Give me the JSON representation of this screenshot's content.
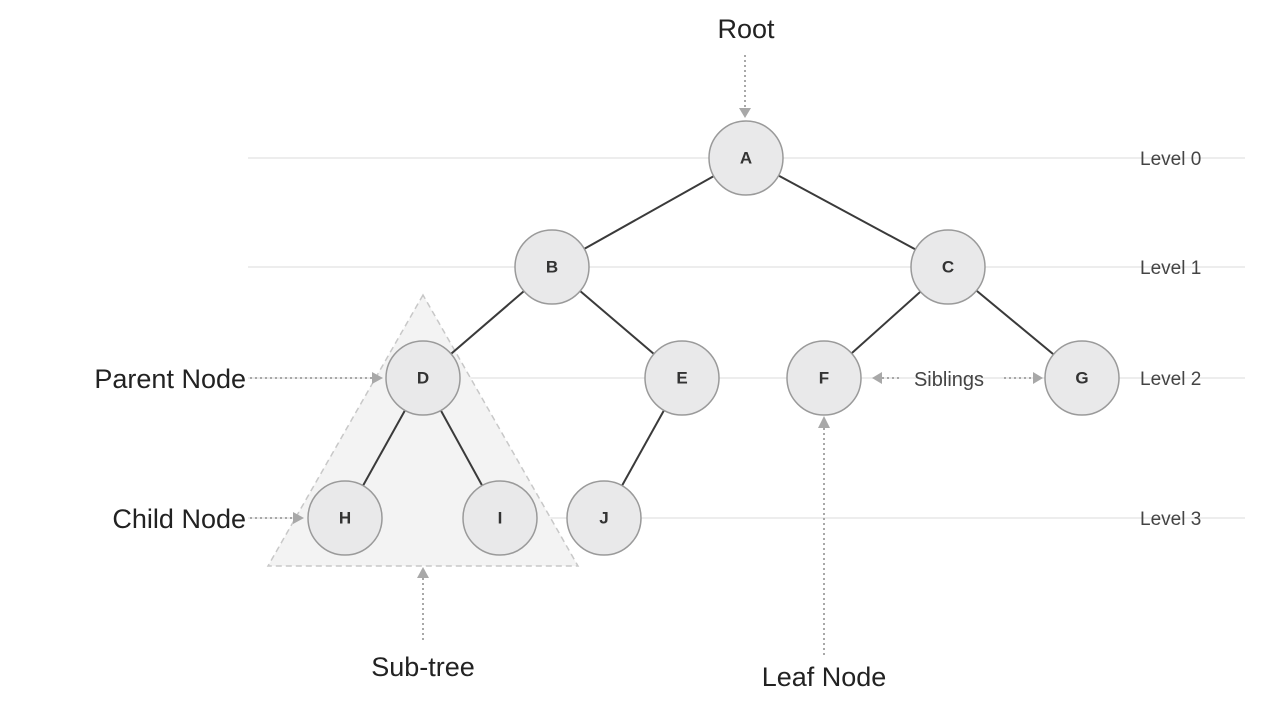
{
  "nodes": [
    {
      "id": "A",
      "label": "A"
    },
    {
      "id": "B",
      "label": "B"
    },
    {
      "id": "C",
      "label": "C"
    },
    {
      "id": "D",
      "label": "D"
    },
    {
      "id": "E",
      "label": "E"
    },
    {
      "id": "F",
      "label": "F"
    },
    {
      "id": "G",
      "label": "G"
    },
    {
      "id": "H",
      "label": "H"
    },
    {
      "id": "I",
      "label": "I"
    },
    {
      "id": "J",
      "label": "J"
    }
  ],
  "edges": [
    [
      "A",
      "B"
    ],
    [
      "A",
      "C"
    ],
    [
      "B",
      "D"
    ],
    [
      "B",
      "E"
    ],
    [
      "C",
      "F"
    ],
    [
      "C",
      "G"
    ],
    [
      "D",
      "H"
    ],
    [
      "D",
      "I"
    ],
    [
      "E",
      "J"
    ]
  ],
  "levels": [
    "Level 0",
    "Level 1",
    "Level 2",
    "Level 3"
  ],
  "annotations": {
    "root": "Root",
    "parent_node": "Parent Node",
    "child_node": "Child Node",
    "siblings": "Siblings",
    "sub_tree": "Sub-tree",
    "leaf_node": "Leaf Node"
  }
}
